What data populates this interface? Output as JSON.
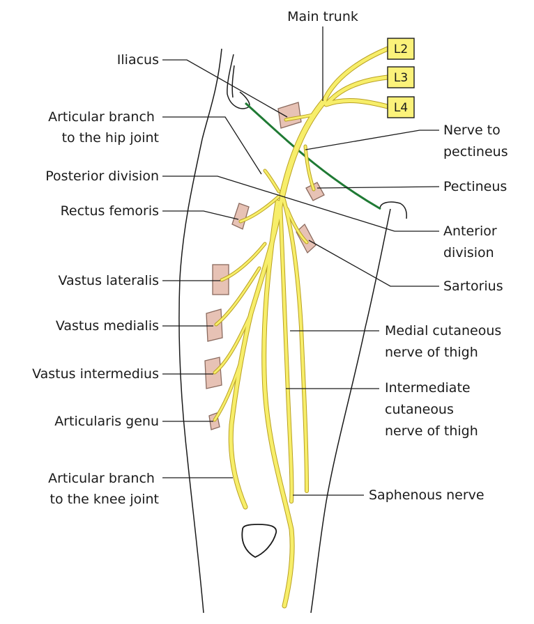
{
  "colors": {
    "nerve_fill": "#f7ee6a",
    "nerve_edge": "#b9a020",
    "muscle_fill": "#e7c2b5",
    "segment_box": "#fbf27a",
    "inguinal_ligament": "#1f7a34",
    "text": "#1a1a1a"
  },
  "segments": [
    "L2",
    "L3",
    "L4"
  ],
  "labels": {
    "main_trunk": "Main trunk",
    "iliacus": "Iliacus",
    "articular_hip": [
      "Articular branch",
      "to the hip joint"
    ],
    "nerve_to_pectineus": [
      "Nerve to",
      "pectineus"
    ],
    "posterior_division": "Posterior division",
    "pectineus": "Pectineus",
    "rectus_femoris": "Rectus femoris",
    "anterior_division": [
      "Anterior",
      "division"
    ],
    "vastus_lateralis": "Vastus lateralis",
    "sartorius": "Sartorius",
    "vastus_medialis": "Vastus medialis",
    "medial_cutaneous": [
      "Medial cutaneous",
      "nerve of thigh"
    ],
    "vastus_intermedius": "Vastus intermedius",
    "intermediate_cutaneous": [
      "Intermediate",
      "cutaneous",
      "nerve of thigh"
    ],
    "articularis_genu": "Articularis genu",
    "articular_knee": [
      "Articular branch",
      "to the knee joint"
    ],
    "saphenous": "Saphenous nerve"
  }
}
